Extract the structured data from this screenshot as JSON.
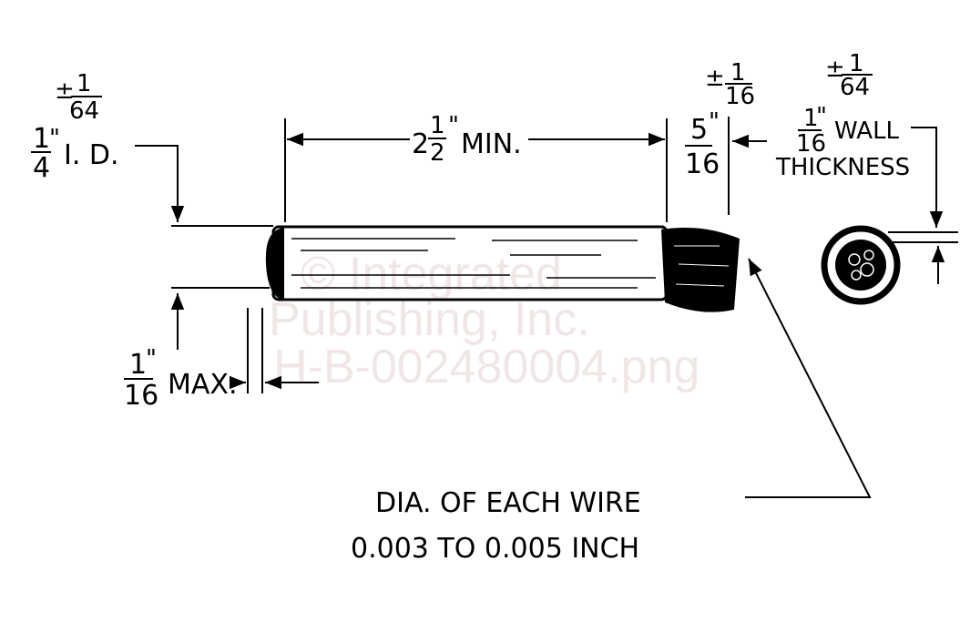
{
  "diagram": {
    "inner_diameter": {
      "tol_sign": "±",
      "tol_num": "1",
      "tol_den": "64",
      "value_num": "1",
      "value_den": "4",
      "inch": "\"",
      "label": "I. D."
    },
    "length": {
      "whole": "2",
      "num": "1",
      "den": "2",
      "inch": "\"",
      "label": "MIN."
    },
    "brush_length": {
      "num": "5",
      "den": "16",
      "inch": "\"",
      "tol_sign": "±",
      "tol_num": "1",
      "tol_den": "16"
    },
    "wall": {
      "tol_sign": "±",
      "tol_num": "1",
      "tol_den": "64",
      "num": "1",
      "den": "16",
      "inch": "\"",
      "label_1": "WALL",
      "label_2": "THICKNESS"
    },
    "cap": {
      "num": "1",
      "den": "16",
      "inch": "\"",
      "label": "MAX."
    },
    "wire": {
      "line_1": "DIA. OF EACH WIRE",
      "line_2": "0.003 TO 0.005 INCH"
    }
  },
  "watermark": {
    "line_1": "© Integrated",
    "line_2": "Publishing, Inc.",
    "line_3": "H-B-002480004.png"
  }
}
